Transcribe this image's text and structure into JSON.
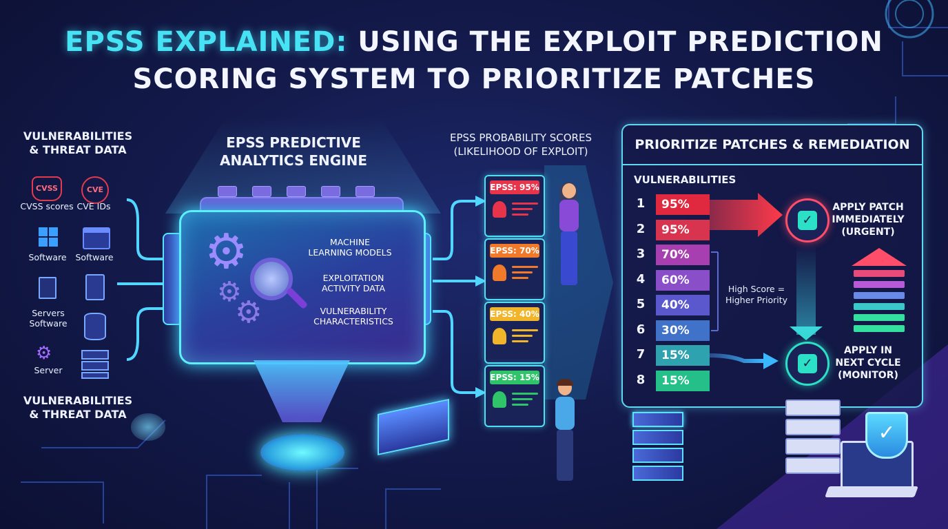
{
  "title": {
    "highlight": "EPSS Explained:",
    "line1_rest": "Using the Exploit Prediction",
    "line2": "Scoring System to Prioritize Patches"
  },
  "inputs": {
    "heading_top": [
      "VULNERABILITIES",
      "& THREAT DATA"
    ],
    "cvss_badge": "CVSS",
    "cve_badge": "CVE",
    "items": [
      "CVSS scores",
      "CVE IDs",
      "Software",
      "Software",
      "Servers",
      "Software",
      "Server"
    ],
    "heading_bottom": [
      "VULNERABILITIES",
      "& THREAT DATA"
    ]
  },
  "engine": {
    "heading": [
      "EPSS PREDICTIVE",
      "ANALYTICS ENGINE"
    ],
    "labels": [
      [
        "MACHINE",
        "LEARNING MODELS"
      ],
      [
        "EXPLOITATION",
        "ACTIVITY DATA"
      ],
      [
        "VULNERABILITY",
        "CHARACTERISTICS"
      ]
    ]
  },
  "scores": {
    "heading": [
      "EPSS PROBABILITY SCORES",
      "(LIKELIHOOD OF EXPLOIT)"
    ],
    "cards": [
      {
        "label": "EPSS: 95%",
        "color": "#e8344a"
      },
      {
        "label": "EPSS: 70%",
        "color": "#f07a2a"
      },
      {
        "label": "EPSS: 40%",
        "color": "#f0b52a"
      },
      {
        "label": "EPSS: 15%",
        "color": "#2fc46a"
      }
    ]
  },
  "prioritize": {
    "heading": "PRIORITIZE PATCHES & REMEDIATION",
    "subheading": "VULNERABILITIES",
    "rows": [
      {
        "rank": "1",
        "score": "95%",
        "color": "#e0283e"
      },
      {
        "rank": "2",
        "score": "95%",
        "color": "#d8344f"
      },
      {
        "rank": "3",
        "score": "70%",
        "color": "#a83fb0"
      },
      {
        "rank": "4",
        "score": "60%",
        "color": "#8a4fc8"
      },
      {
        "rank": "5",
        "score": "40%",
        "color": "#5a58cc"
      },
      {
        "rank": "6",
        "score": "30%",
        "color": "#3f72c8"
      },
      {
        "rank": "7",
        "score": "15%",
        "color": "#2fa2b0"
      },
      {
        "rank": "8",
        "score": "15%",
        "color": "#25c08a"
      }
    ],
    "note": [
      "High Score =",
      "Higher Priority"
    ],
    "urgent": [
      "APPLY PATCH",
      "IMMEDIATELY",
      "(URGENT)"
    ],
    "monitor": [
      "APPLY IN",
      "NEXT CYCLE",
      "(MONITOR)"
    ],
    "check": "✓"
  },
  "colors": {
    "accent": "#47e3f5",
    "urgent": "#ff4d6a",
    "monitor": "#2ce0c7"
  }
}
